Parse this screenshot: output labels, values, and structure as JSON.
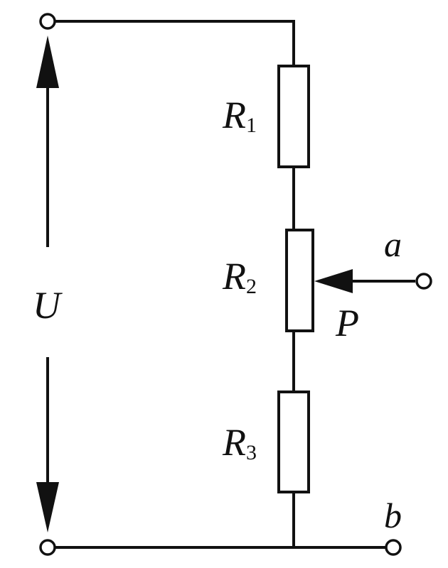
{
  "diagram": {
    "labels": {
      "r1": "R",
      "r1_sub": "1",
      "r2": "R",
      "r2_sub": "2",
      "r3": "R",
      "r3_sub": "3",
      "voltage": "U",
      "wiper": "P",
      "terminal_a": "a",
      "terminal_b": "b"
    }
  }
}
